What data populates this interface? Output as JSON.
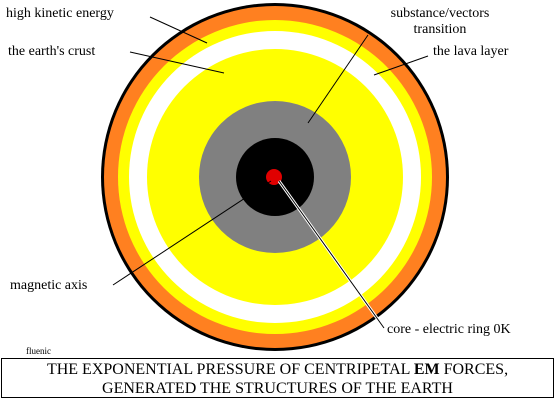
{
  "labels": {
    "high_kinetic_energy": "high kinetic energy",
    "earths_crust": "the earth's crust",
    "substance_vectors": "substance/vectors",
    "transition": "transition",
    "lava_layer": "the lava layer",
    "magnetic_axis": "magnetic axis",
    "core_electric_ring": "core - electric ring 0K"
  },
  "signature": "fluenic",
  "caption": {
    "line1_before": "THE EXPONENTIAL PRESSURE OF CENTRIPETAL ",
    "line1_bold": "EM",
    "line1_after": " FORCES,",
    "line2": "GENERATED THE STRUCTURES OF THE EARTH"
  },
  "colors": {
    "outline": "#000000",
    "kinetic_ring": "#ff8020",
    "crust_ring": "#ffff00",
    "white_band": "#ffffff",
    "lava_layer": "#ffff00",
    "transition_layer": "#808080",
    "core": "#000000",
    "axis_point": "#e00000"
  }
}
